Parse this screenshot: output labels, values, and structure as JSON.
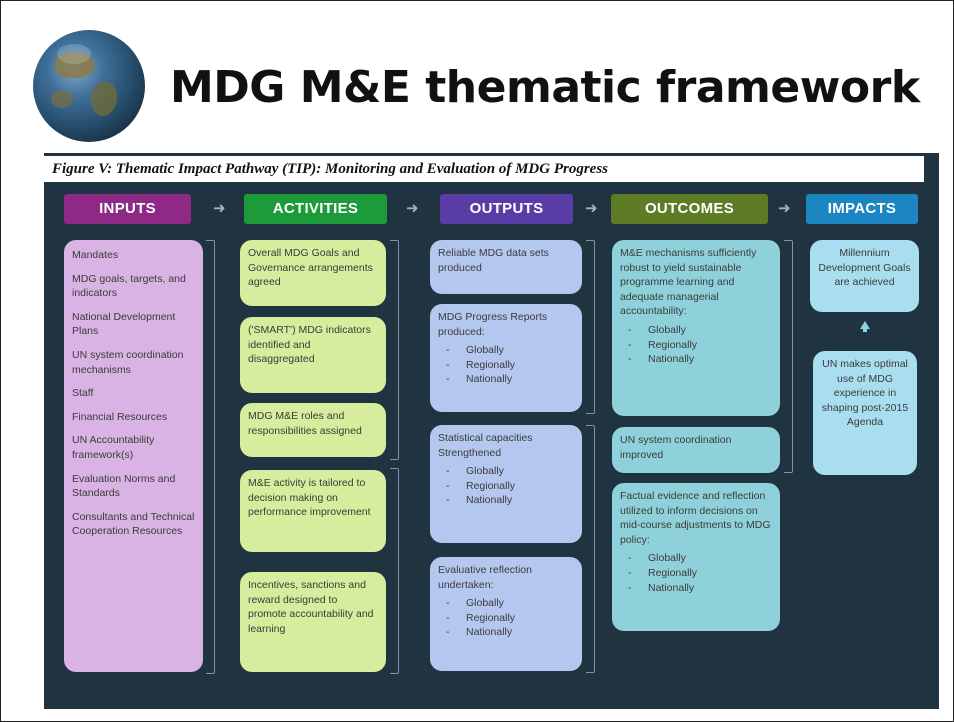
{
  "slide": {
    "title": "MDG M&E thematic framework",
    "figure_caption": "Figure V: Thematic Impact Pathway (TIP): Monitoring and Evaluation of MDG Progress"
  },
  "headers": {
    "inputs": "INPUTS",
    "activities": "ACTIVITIES",
    "outputs": "OUTPUTS",
    "outcomes": "OUTCOMES",
    "impacts": "IMPACTS"
  },
  "inputs": [
    "Mandates",
    "MDG goals, targets, and indicators",
    "National Development Plans",
    "UN system coordination mechanisms",
    "Staff",
    "Financial Resources",
    "UN Accountability framework(s)",
    "Evaluation Norms and Standards",
    "Consultants and Technical Cooperation Resources"
  ],
  "activities": [
    "Overall MDG Goals and Governance arrangements agreed",
    "('SMART') MDG indicators identified and disaggregated",
    "MDG M&E roles and responsibilities assigned",
    "M&E activity is tailored to decision making on performance improvement",
    "Incentives, sanctions and reward designed to promote accountability and learning"
  ],
  "outputs": [
    {
      "text": "Reliable MDG data sets produced",
      "items": []
    },
    {
      "text": "MDG Progress Reports produced:",
      "items": [
        "Globally",
        "Regionally",
        "Nationally"
      ]
    },
    {
      "text": "Statistical capacities Strengthened",
      "items": [
        "Globally",
        "Regionally",
        "Nationally"
      ]
    },
    {
      "text": "Evaluative reflection undertaken:",
      "items": [
        "Globally",
        "Regionally",
        "Nationally"
      ]
    }
  ],
  "outcomes": [
    {
      "text": "M&E mechanisms sufficiently robust to yield sustainable programme learning and adequate managerial accountability:",
      "items": [
        "Globally",
        "Regionally",
        "Nationally"
      ]
    },
    {
      "text": "UN system coordination improved",
      "items": []
    },
    {
      "text": "Factual evidence and reflection utilized to inform decisions on mid-course adjustments to MDG policy:",
      "items": [
        "Globally",
        "Regionally",
        "Nationally"
      ]
    }
  ],
  "impacts": [
    "Millennium Development Goals are achieved",
    "UN makes optimal use of MDG experience in shaping post-2015 Agenda"
  ]
}
